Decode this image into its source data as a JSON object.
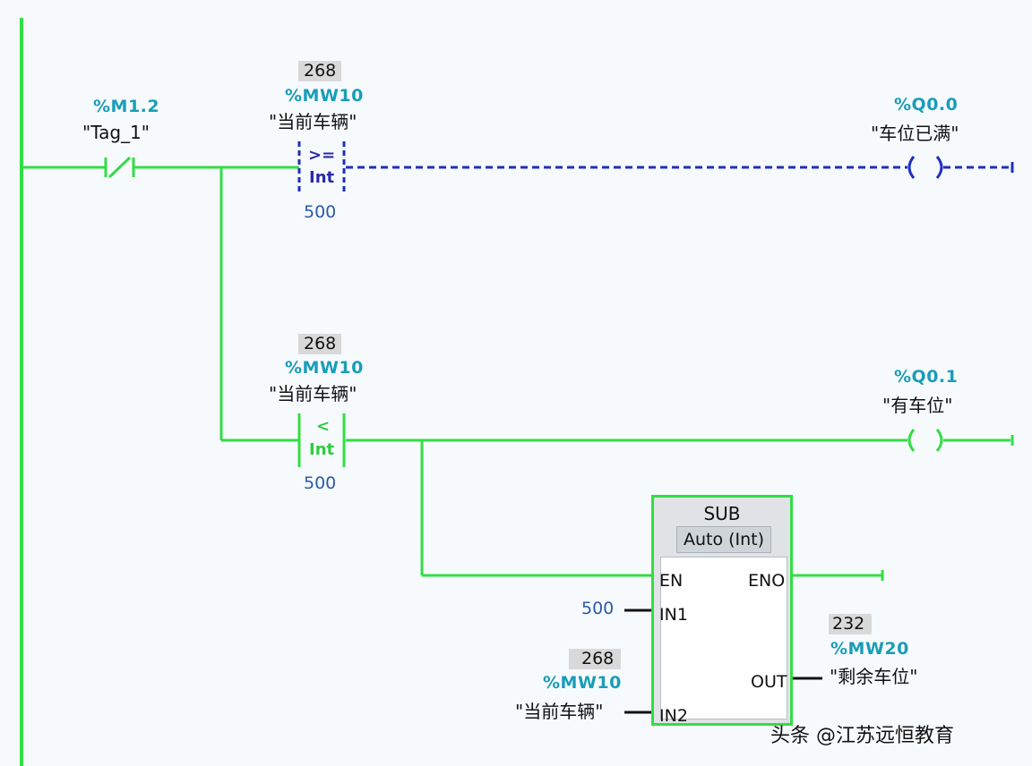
{
  "rung1": {
    "contact": {
      "address": "%M1.2",
      "symbol": "\"Tag_1\""
    },
    "compare": {
      "live_value": "268",
      "address": "%MW10",
      "symbol": "\"当前车辆\"",
      "op": ">=",
      "type": "Int",
      "in2": "500"
    },
    "coil": {
      "address": "%Q0.0",
      "symbol": "\"车位已满\""
    }
  },
  "rung2": {
    "compare": {
      "live_value": "268",
      "address": "%MW10",
      "symbol": "\"当前车辆\"",
      "op": "<",
      "type": "Int",
      "in2": "500"
    },
    "coil": {
      "address": "%Q0.1",
      "symbol": "\"有车位\""
    }
  },
  "sub_block": {
    "title": "SUB",
    "type": "Auto (Int)",
    "pins": {
      "en": "EN",
      "eno": "ENO",
      "in1": "IN1",
      "in2": "IN2",
      "out": "OUT"
    },
    "in1_value": "500",
    "in2": {
      "live_value": "268",
      "address": "%MW10",
      "symbol": "\"当前车辆\""
    },
    "out": {
      "live_value": "232",
      "address": "%MW20",
      "symbol": "\"剩余车位\""
    }
  },
  "watermark": "头条 @江苏远恒教育",
  "colors": {
    "energized": "#33dd44",
    "unpowered": "#1f2fbf",
    "address": "#1a9db8"
  }
}
